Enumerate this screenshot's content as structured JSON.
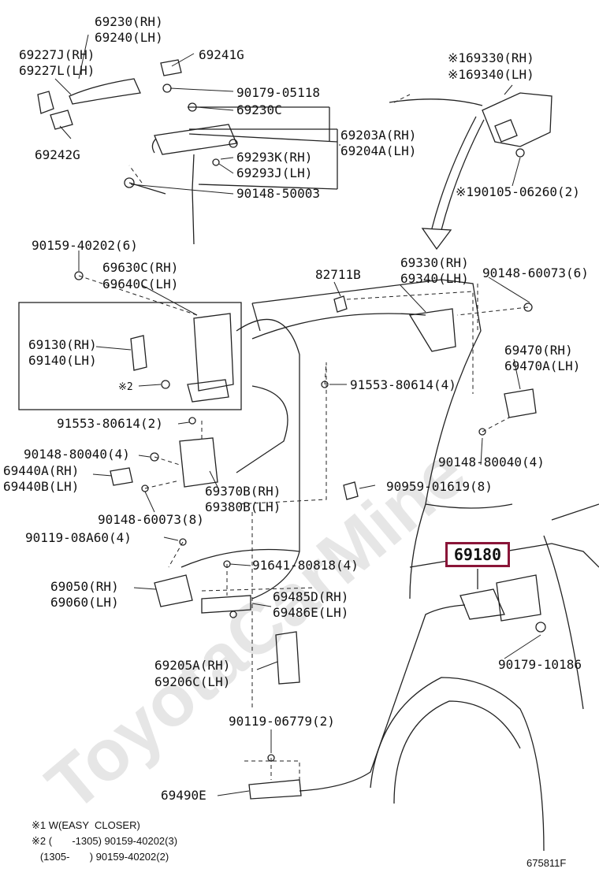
{
  "watermark": "ToyotaCarMine",
  "highlighted_part": "69180",
  "diagram_ref": "675811F",
  "labels": [
    {
      "id": "l1",
      "text": "69230(RH)"
    },
    {
      "id": "l2",
      "text": "69240(LH)"
    },
    {
      "id": "l3",
      "text": "69227J(RH)"
    },
    {
      "id": "l4",
      "text": "69227L(LH)"
    },
    {
      "id": "l5",
      "text": "69241G"
    },
    {
      "id": "l6",
      "text": "90179-05118"
    },
    {
      "id": "l7",
      "text": "69230C"
    },
    {
      "id": "l8",
      "text": "69242G"
    },
    {
      "id": "l9",
      "text": "69203A(RH)"
    },
    {
      "id": "l10",
      "text": "69204A(LH)"
    },
    {
      "id": "l11",
      "text": "69293K(RH)"
    },
    {
      "id": "l12",
      "text": "69293J(LH)"
    },
    {
      "id": "l13",
      "text": "90148-50003"
    },
    {
      "id": "l14",
      "text": "※169330(RH)"
    },
    {
      "id": "l15",
      "text": "※169340(LH)"
    },
    {
      "id": "l16",
      "text": "※190105-06260(2)"
    },
    {
      "id": "l17",
      "text": "90159-40202(6)"
    },
    {
      "id": "l18",
      "text": "69630C(RH)"
    },
    {
      "id": "l19",
      "text": "69640C(LH)"
    },
    {
      "id": "l20",
      "text": "82711B"
    },
    {
      "id": "l21",
      "text": "69330(RH)"
    },
    {
      "id": "l22",
      "text": "69340(LH)"
    },
    {
      "id": "l23",
      "text": "90148-60073(6)"
    },
    {
      "id": "l24",
      "text": "69130(RH)"
    },
    {
      "id": "l25",
      "text": "69140(LH)"
    },
    {
      "id": "l26",
      "text": "※2"
    },
    {
      "id": "l27",
      "text": "69470(RH)"
    },
    {
      "id": "l28",
      "text": "69470A(LH)"
    },
    {
      "id": "l29",
      "text": "91553-80614(4)"
    },
    {
      "id": "l30",
      "text": "91553-80614(2)"
    },
    {
      "id": "l31",
      "text": "90148-80040(4)"
    },
    {
      "id": "l32",
      "text": "69440A(RH)"
    },
    {
      "id": "l33",
      "text": "69440B(LH)"
    },
    {
      "id": "l34",
      "text": "90148-80040(4)"
    },
    {
      "id": "l35",
      "text": "69370B(RH)"
    },
    {
      "id": "l36",
      "text": "69380B(LH)"
    },
    {
      "id": "l37",
      "text": "90959-01619(8)"
    },
    {
      "id": "l38",
      "text": "90148-60073(8)"
    },
    {
      "id": "l39",
      "text": "90119-08A60(4)"
    },
    {
      "id": "l40",
      "text": "91641-80818(4)"
    },
    {
      "id": "l41",
      "text": "69050(RH)"
    },
    {
      "id": "l42",
      "text": "69060(LH)"
    },
    {
      "id": "l43",
      "text": "69485D(RH)"
    },
    {
      "id": "l44",
      "text": "69486E(LH)"
    },
    {
      "id": "l45",
      "text": "90179-10186"
    },
    {
      "id": "l46",
      "text": "69205A(RH)"
    },
    {
      "id": "l47",
      "text": "69206C(LH)"
    },
    {
      "id": "l48",
      "text": "90119-06779(2)"
    },
    {
      "id": "l49",
      "text": "69490E"
    }
  ],
  "notes": [
    {
      "id": "n1",
      "text": "※1 W(EASY  CLOSER)"
    },
    {
      "id": "n2",
      "text": "※2 (       -1305) 90159-40202(3)"
    },
    {
      "id": "n3",
      "text": "   (1305-       ) 90159-40202(2)"
    }
  ]
}
